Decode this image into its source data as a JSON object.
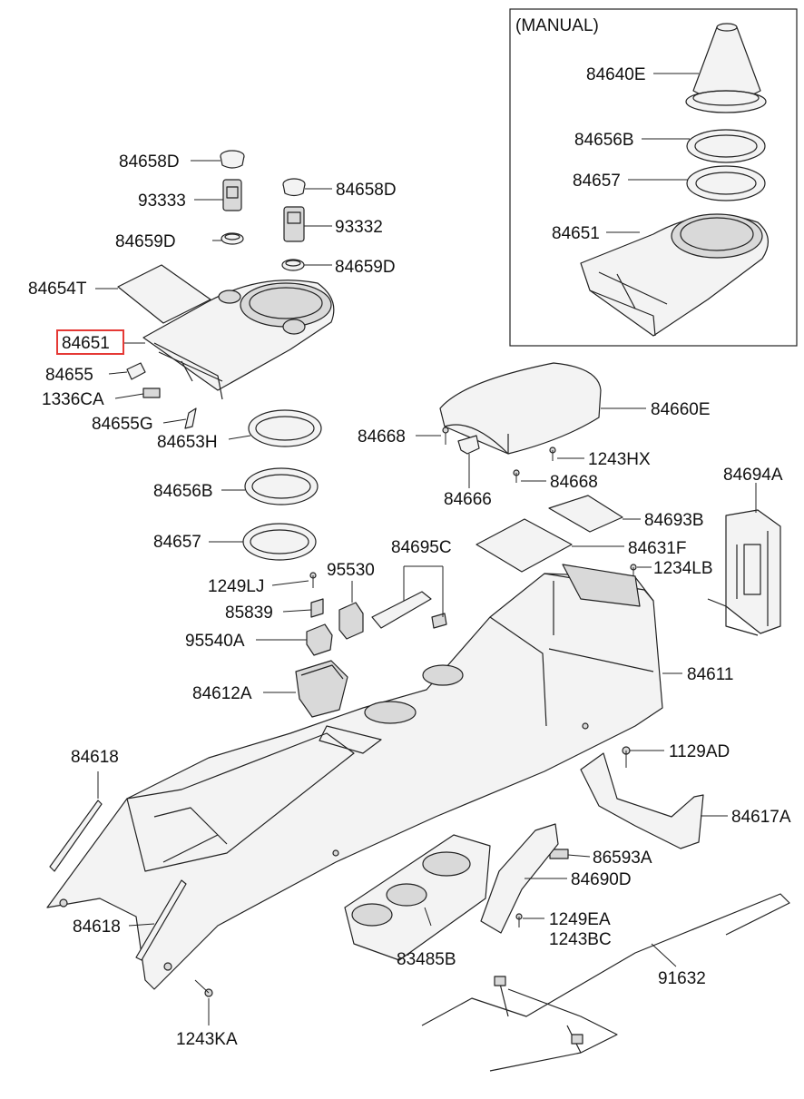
{
  "inset": {
    "title": "(MANUAL)"
  },
  "highlighted_part": "84651",
  "labels": {
    "p84640E": "84640E",
    "p84656B_manual": "84656B",
    "p84657_manual": "84657",
    "p84651_manual": "84651",
    "p84658D_a": "84658D",
    "p93333": "93333",
    "p84658D_b": "84658D",
    "p93332": "93332",
    "p84659D_a": "84659D",
    "p84659D_b": "84659D",
    "p84654T": "84654T",
    "p84651": "84651",
    "p84655": "84655",
    "p1336CA": "1336CA",
    "p84655G": "84655G",
    "p84653H": "84653H",
    "p84656B": "84656B",
    "p84657": "84657",
    "p84660E": "84660E",
    "p84668_a": "84668",
    "p1243HX": "1243HX",
    "p84668_b": "84668",
    "p84666": "84666",
    "p84694A": "84694A",
    "p84693B": "84693B",
    "p84631F": "84631F",
    "p1234LB": "1234LB",
    "p84695C": "84695C",
    "p95530": "95530",
    "p1249LJ": "1249LJ",
    "p85839": "85839",
    "p95540A": "95540A",
    "p84612A": "84612A",
    "p84611": "84611",
    "p1129AD": "1129AD",
    "p84618_a": "84618",
    "p84617A": "84617A",
    "p86593A": "86593A",
    "p84690D": "84690D",
    "p84618_b": "84618",
    "p1249EA": "1249EA",
    "p1243BC": "1243BC",
    "p83485B": "83485B",
    "p91632": "91632",
    "p1243KA": "1243KA"
  }
}
